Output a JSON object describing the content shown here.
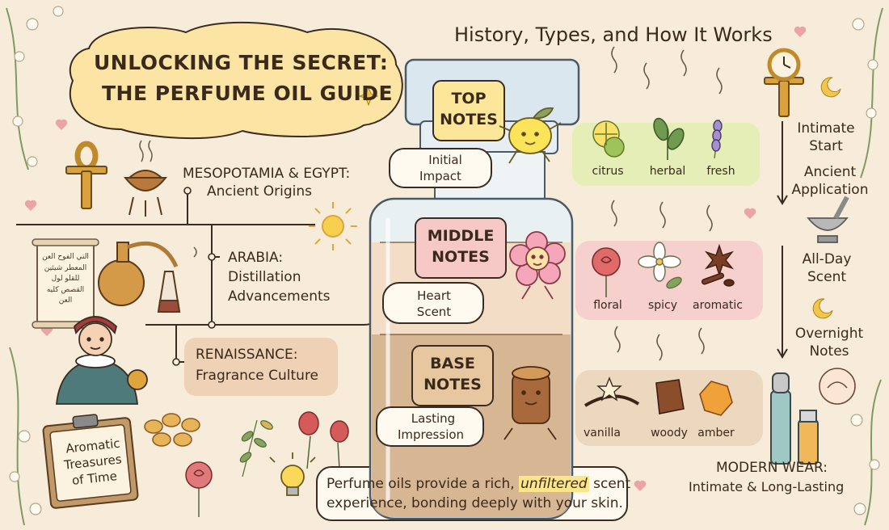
{
  "header": {
    "title_line1": "UNLOCKING THE SECRET:",
    "title_line2": "THE PERFUME OIL GUIDE",
    "subtitle": "History, Types, and How It Works"
  },
  "history": {
    "eras": [
      {
        "heading": "MESOPOTAMIA & EGYPT:",
        "detail": "Ancient Origins"
      },
      {
        "heading": "ARABIA:",
        "detail_line1": "Distillation",
        "detail_line2": "Advancements"
      },
      {
        "heading": "RENAISSANCE:",
        "detail": "Fragrance Culture"
      }
    ],
    "scroll_text": "التي الفوح العن المعطر شيئين للقلو لول القصص كليه العن"
  },
  "notes": {
    "top": {
      "label_line1": "TOP",
      "label_line2": "NOTES",
      "bubble_line1": "Initial",
      "bubble_line2": "Impact",
      "ingredients": [
        "citrus",
        "herbal",
        "fresh"
      ]
    },
    "middle": {
      "label_line1": "MIDDLE",
      "label_line2": "NOTES",
      "bubble_line1": "Heart",
      "bubble_line2": "Scent",
      "ingredients": [
        "floral",
        "spicy",
        "aromatic"
      ]
    },
    "base": {
      "label_line1": "BASE",
      "label_line2": "NOTES",
      "bubble_line1": "Lasting",
      "bubble_line2": "Impression",
      "ingredients": [
        "vanilla",
        "woody",
        "amber"
      ]
    }
  },
  "timeline": {
    "steps": [
      {
        "line1": "Intimate",
        "line2": "Start"
      },
      {
        "line1": "Ancient",
        "line2": "Application"
      },
      {
        "line1": "All-Day",
        "line2": "Scent"
      },
      {
        "line1": "Overnight",
        "line2": "Notes"
      }
    ]
  },
  "modern": {
    "heading": "MODERN WEAR:",
    "detail": "Intimate & Long-Lasting"
  },
  "badge": {
    "line1": "Aromatic",
    "line2": "Treasures",
    "line3": "of Time"
  },
  "tip": {
    "line1_before": "Perfume oils provide a rich,",
    "line1_emph": "unfiltered",
    "line1_after": "scent",
    "line2": "experience, bonding deeply with your skin."
  },
  "colors": {
    "background": "#f7ecd9",
    "title_cloud": "#fbe4a4",
    "top_label": "#fbe69a",
    "middle_label": "#f6c8c6",
    "base_label": "#e6c7a0",
    "top_band": "#e6eeb8",
    "middle_band": "#f5d0cc",
    "base_band": "#ecd7bf",
    "renaissance_box": "#efd2b6",
    "ink": "#3a2c22"
  }
}
